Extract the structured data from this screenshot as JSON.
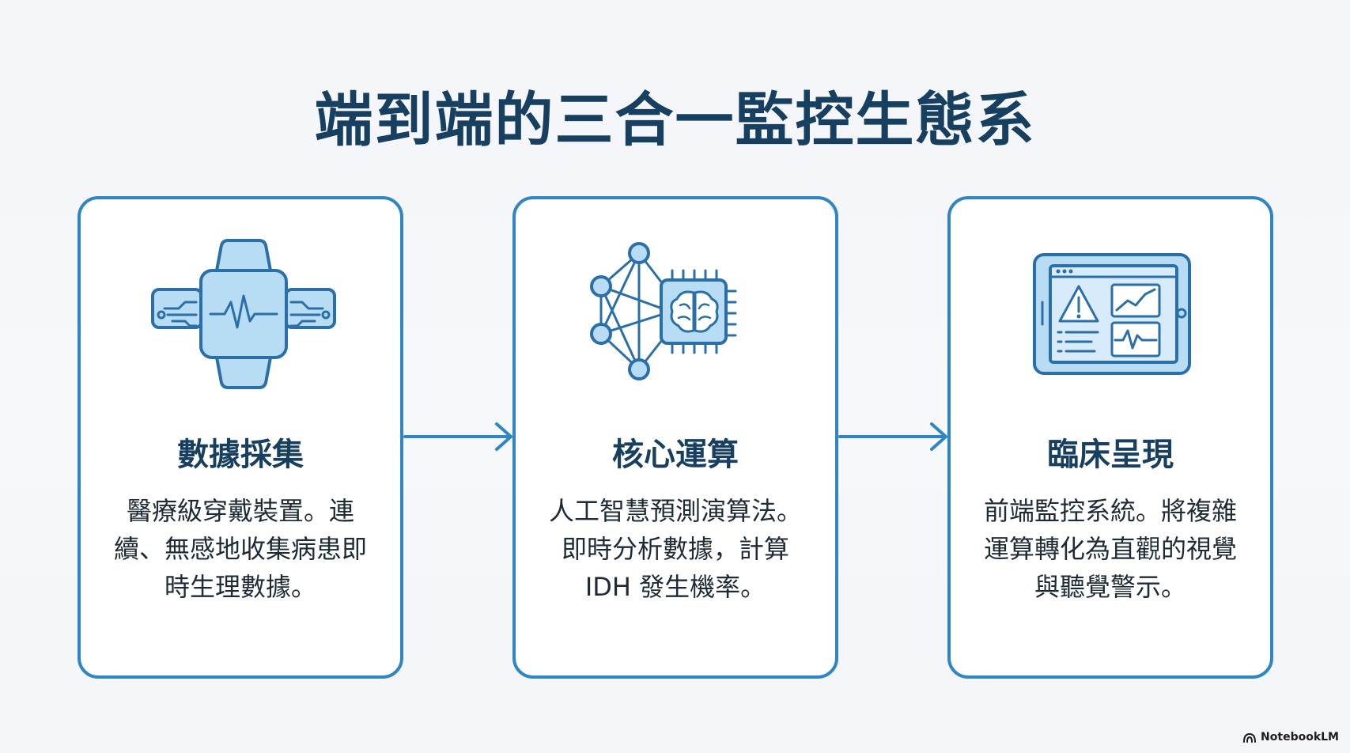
{
  "title": "端到端的三合一監控生態系",
  "cards": [
    {
      "icon": "smartwatch-icon",
      "title": "數據採集",
      "description": "醫療級穿戴裝置。連續、無感地收集病患即時生理數據。"
    },
    {
      "icon": "ai-chip-network-icon",
      "title": "核心運算",
      "description": "人工智慧預測演算法。即時分析數據，計算 IDH 發生機率。"
    },
    {
      "icon": "monitor-dashboard-icon",
      "title": "臨床呈現",
      "description": "前端監控系統。將複雜運算轉化為直觀的視覺與聽覺警示。"
    }
  ],
  "brand": {
    "label": "NotebookLM"
  },
  "colors": {
    "accent": "#2f86c2",
    "title": "#173f5f",
    "iconFill": "#b9dcf5",
    "iconStroke": "#2a6fa8"
  }
}
